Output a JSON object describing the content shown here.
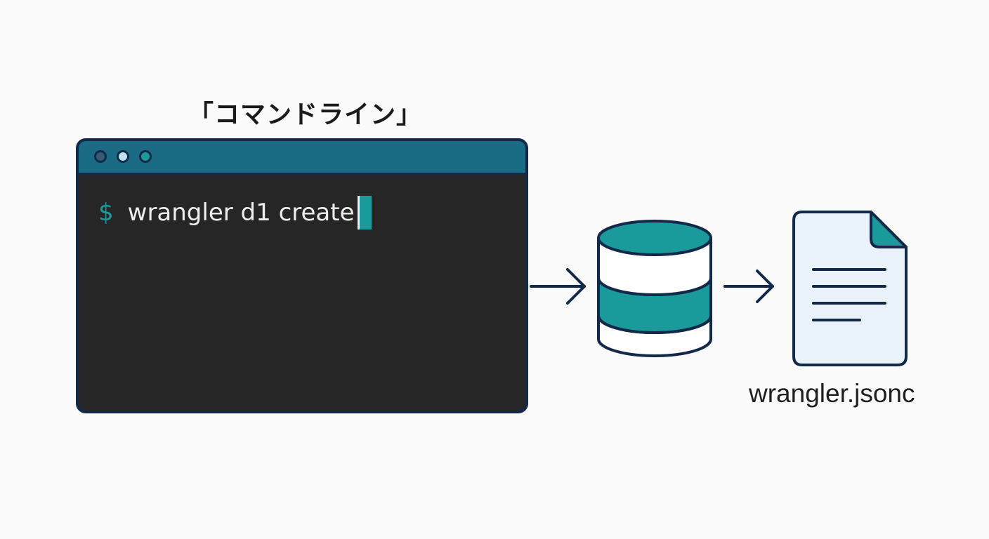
{
  "title": "「コマンドライン」",
  "terminal": {
    "prompt": "$",
    "command": "wrangler d1 create"
  },
  "file": {
    "name": "wrangler.jsonc"
  },
  "colors": {
    "outline": "#12294a",
    "accent": "#1a9a9a",
    "titlebar": "#1b6b85",
    "terminal_bg": "#262626",
    "document_fill": "#eaf3fb"
  },
  "icons": [
    "database-icon",
    "document-icon",
    "arrow-right-icon"
  ]
}
